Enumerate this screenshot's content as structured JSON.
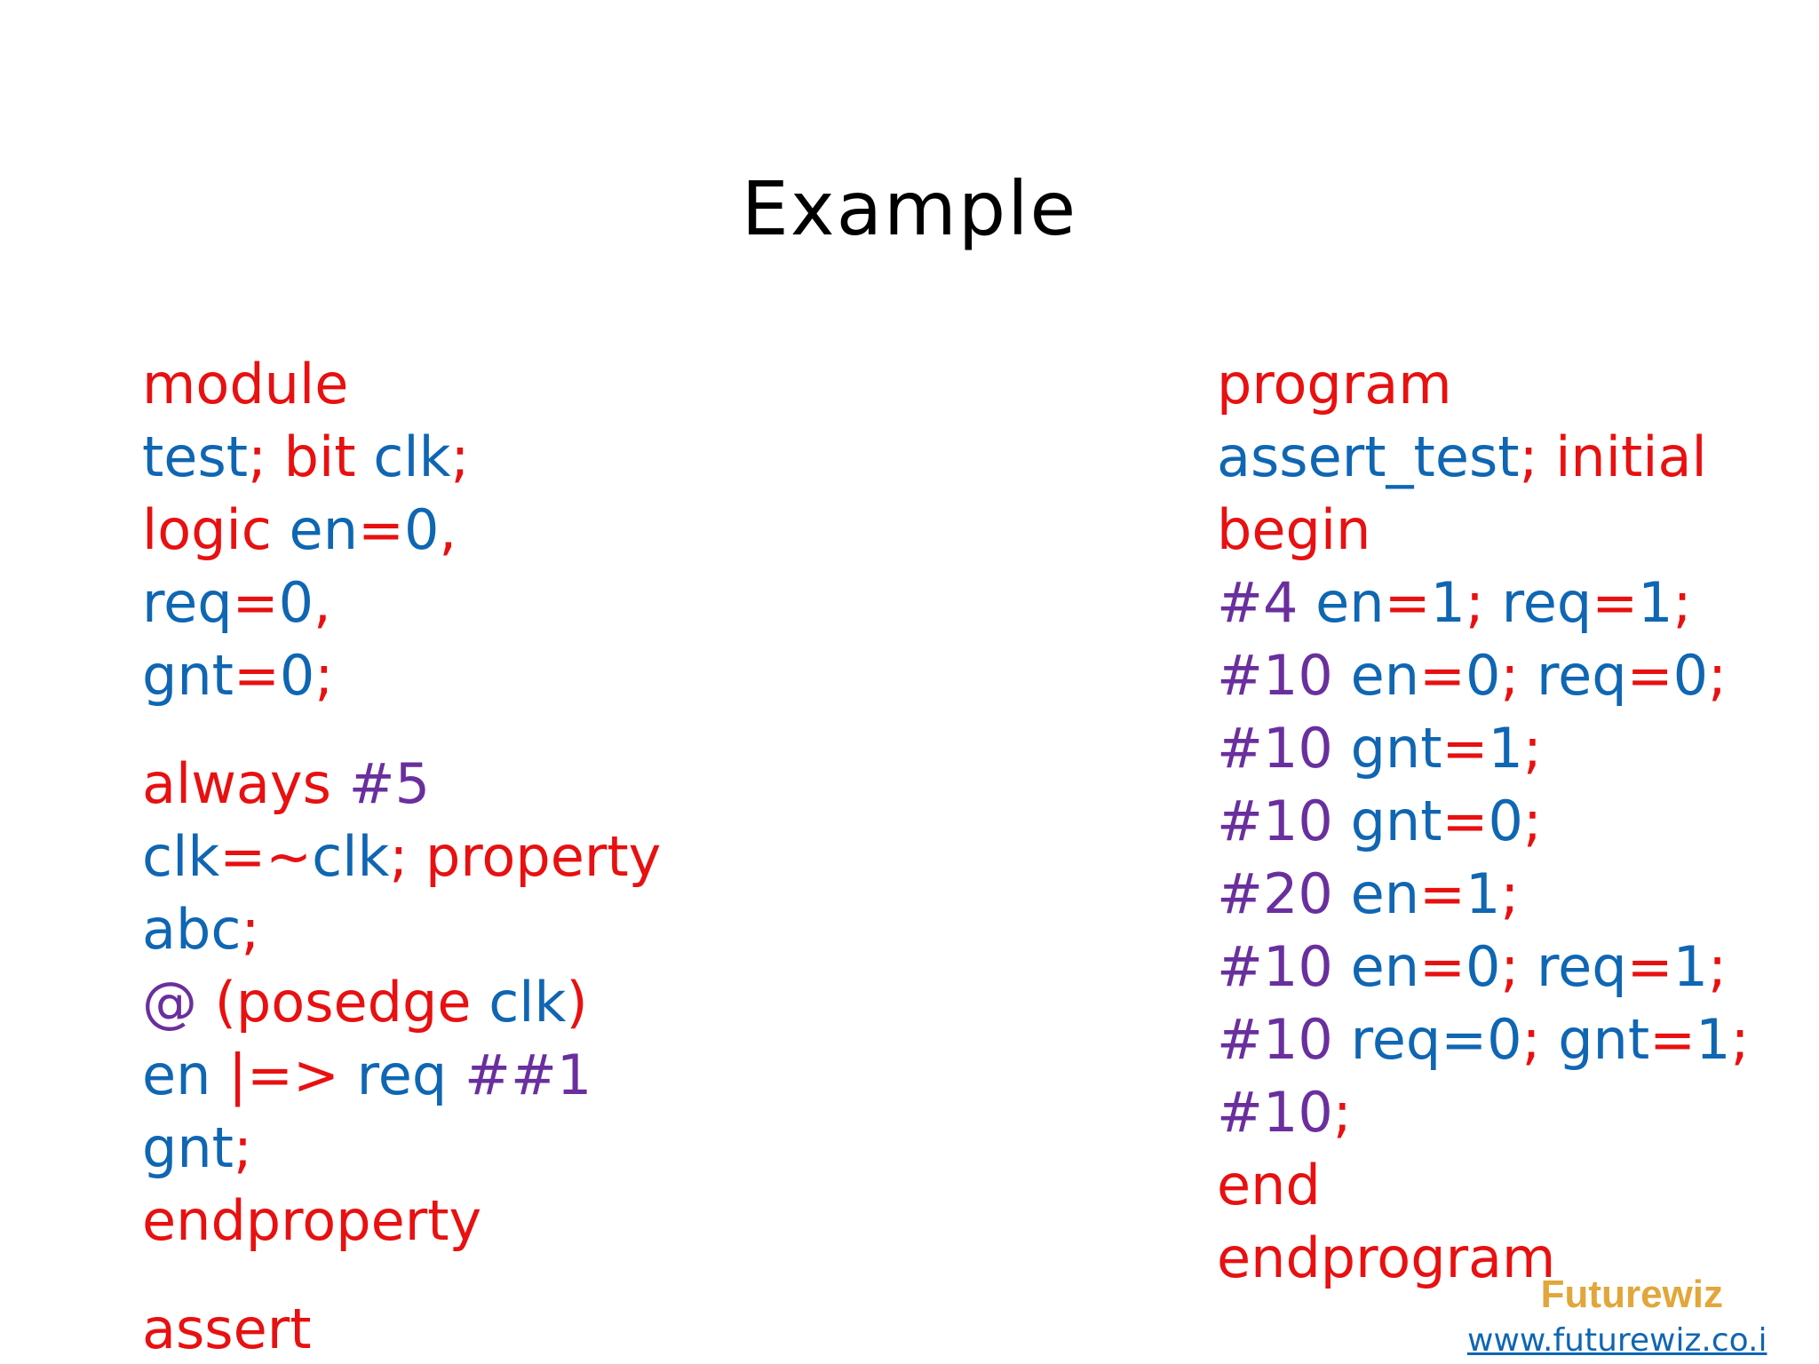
{
  "slide": {
    "title": "Example"
  },
  "colors": {
    "keyword": "#e81010",
    "identifier": "#0f66b3",
    "delay": "#6a2f9e",
    "brand": "#e2a63a"
  },
  "left_code": [
    {
      "gap": false,
      "segments": [
        {
          "text": "module",
          "role": "keyword"
        }
      ]
    },
    {
      "gap": false,
      "segments": [
        {
          "text": "test",
          "role": "identifier"
        },
        {
          "text": "; bit ",
          "role": "keyword"
        },
        {
          "text": "clk",
          "role": "identifier"
        },
        {
          "text": ";",
          "role": "keyword"
        }
      ]
    },
    {
      "gap": false,
      "segments": [
        {
          "text": "logic ",
          "role": "keyword"
        },
        {
          "text": "en",
          "role": "identifier"
        },
        {
          "text": "=",
          "role": "keyword"
        },
        {
          "text": "0",
          "role": "identifier"
        },
        {
          "text": ",",
          "role": "keyword"
        }
      ]
    },
    {
      "gap": false,
      "segments": [
        {
          "text": "req",
          "role": "identifier"
        },
        {
          "text": "=",
          "role": "keyword"
        },
        {
          "text": "0",
          "role": "identifier"
        },
        {
          "text": ",",
          "role": "keyword"
        }
      ]
    },
    {
      "gap": true,
      "segments": [
        {
          "text": "gnt",
          "role": "identifier"
        },
        {
          "text": "=",
          "role": "keyword"
        },
        {
          "text": "0",
          "role": "identifier"
        },
        {
          "text": ";",
          "role": "keyword"
        }
      ]
    },
    {
      "gap": false,
      "segments": [
        {
          "text": "always ",
          "role": "keyword"
        },
        {
          "text": "#5",
          "role": "delay"
        }
      ]
    },
    {
      "gap": false,
      "segments": [
        {
          "text": "clk",
          "role": "identifier"
        },
        {
          "text": "=~",
          "role": "keyword"
        },
        {
          "text": "clk",
          "role": "identifier"
        },
        {
          "text": "; property",
          "role": "keyword"
        }
      ]
    },
    {
      "gap": false,
      "segments": [
        {
          "text": "abc",
          "role": "identifier"
        },
        {
          "text": ";",
          "role": "keyword"
        }
      ]
    },
    {
      "gap": false,
      "segments": [
        {
          "text": "@ ",
          "role": "delay"
        },
        {
          "text": "(posedge ",
          "role": "keyword"
        },
        {
          "text": "clk",
          "role": "identifier"
        },
        {
          "text": ")",
          "role": "keyword"
        }
      ]
    },
    {
      "gap": false,
      "segments": [
        {
          "text": "en ",
          "role": "identifier"
        },
        {
          "text": "|=> ",
          "role": "keyword"
        },
        {
          "text": "req ",
          "role": "identifier"
        },
        {
          "text": "##1",
          "role": "delay"
        }
      ]
    },
    {
      "gap": false,
      "segments": [
        {
          "text": "gnt",
          "role": "identifier"
        },
        {
          "text": ";",
          "role": "keyword"
        }
      ]
    },
    {
      "gap": true,
      "segments": [
        {
          "text": "endproperty",
          "role": "keyword"
        }
      ]
    },
    {
      "gap": false,
      "segments": [
        {
          "text": "assert",
          "role": "keyword"
        }
      ]
    }
  ],
  "right_code": [
    {
      "gap": false,
      "segments": [
        {
          "text": "program",
          "role": "keyword"
        }
      ]
    },
    {
      "gap": false,
      "segments": [
        {
          "text": "assert_test",
          "role": "identifier"
        },
        {
          "text": "; initial",
          "role": "keyword"
        }
      ]
    },
    {
      "gap": false,
      "segments": [
        {
          "text": "begin",
          "role": "keyword"
        }
      ]
    },
    {
      "gap": false,
      "segments": [
        {
          "text": "#4 ",
          "role": "delay"
        },
        {
          "text": "en",
          "role": "identifier"
        },
        {
          "text": "=",
          "role": "keyword"
        },
        {
          "text": "1",
          "role": "identifier"
        },
        {
          "text": "; ",
          "role": "keyword"
        },
        {
          "text": "req",
          "role": "identifier"
        },
        {
          "text": "=",
          "role": "keyword"
        },
        {
          "text": "1",
          "role": "identifier"
        },
        {
          "text": ";",
          "role": "keyword"
        }
      ]
    },
    {
      "gap": false,
      "segments": [
        {
          "text": "#10 ",
          "role": "delay"
        },
        {
          "text": "en",
          "role": "identifier"
        },
        {
          "text": "=",
          "role": "keyword"
        },
        {
          "text": "0",
          "role": "identifier"
        },
        {
          "text": "; ",
          "role": "keyword"
        },
        {
          "text": "req",
          "role": "identifier"
        },
        {
          "text": "=",
          "role": "keyword"
        },
        {
          "text": "0",
          "role": "identifier"
        },
        {
          "text": ";",
          "role": "keyword"
        }
      ]
    },
    {
      "gap": false,
      "segments": [
        {
          "text": "#10 ",
          "role": "delay"
        },
        {
          "text": "gnt",
          "role": "identifier"
        },
        {
          "text": "=",
          "role": "keyword"
        },
        {
          "text": "1",
          "role": "identifier"
        },
        {
          "text": ";",
          "role": "keyword"
        }
      ]
    },
    {
      "gap": false,
      "segments": [
        {
          "text": "#10 ",
          "role": "delay"
        },
        {
          "text": "gnt",
          "role": "identifier"
        },
        {
          "text": "=",
          "role": "keyword"
        },
        {
          "text": "0",
          "role": "identifier"
        },
        {
          "text": ";",
          "role": "keyword"
        }
      ]
    },
    {
      "gap": false,
      "segments": [
        {
          "text": "#20 ",
          "role": "delay"
        },
        {
          "text": "en",
          "role": "identifier"
        },
        {
          "text": "=",
          "role": "keyword"
        },
        {
          "text": "1",
          "role": "identifier"
        },
        {
          "text": ";",
          "role": "keyword"
        }
      ]
    },
    {
      "gap": false,
      "segments": [
        {
          "text": "#10 ",
          "role": "delay"
        },
        {
          "text": "en",
          "role": "identifier"
        },
        {
          "text": "=",
          "role": "keyword"
        },
        {
          "text": "0",
          "role": "identifier"
        },
        {
          "text": "; ",
          "role": "keyword"
        },
        {
          "text": "req",
          "role": "identifier"
        },
        {
          "text": "=",
          "role": "keyword"
        },
        {
          "text": "1",
          "role": "identifier"
        },
        {
          "text": ";",
          "role": "keyword"
        }
      ]
    },
    {
      "gap": false,
      "segments": [
        {
          "text": "#10 ",
          "role": "delay"
        },
        {
          "text": "req=0",
          "role": "identifier"
        },
        {
          "text": "; ",
          "role": "keyword"
        },
        {
          "text": "gnt",
          "role": "identifier"
        },
        {
          "text": "=",
          "role": "keyword"
        },
        {
          "text": "1",
          "role": "identifier"
        },
        {
          "text": ";",
          "role": "keyword"
        }
      ]
    },
    {
      "gap": false,
      "segments": [
        {
          "text": "#10",
          "role": "delay"
        },
        {
          "text": ";",
          "role": "keyword"
        }
      ]
    },
    {
      "gap": false,
      "segments": [
        {
          "text": "end",
          "role": "keyword"
        }
      ]
    },
    {
      "gap": false,
      "segments": [
        {
          "text": "endprogram",
          "role": "keyword"
        }
      ]
    }
  ],
  "branding": {
    "name": "Futurewiz",
    "url": "www.futurewiz.co.in"
  }
}
